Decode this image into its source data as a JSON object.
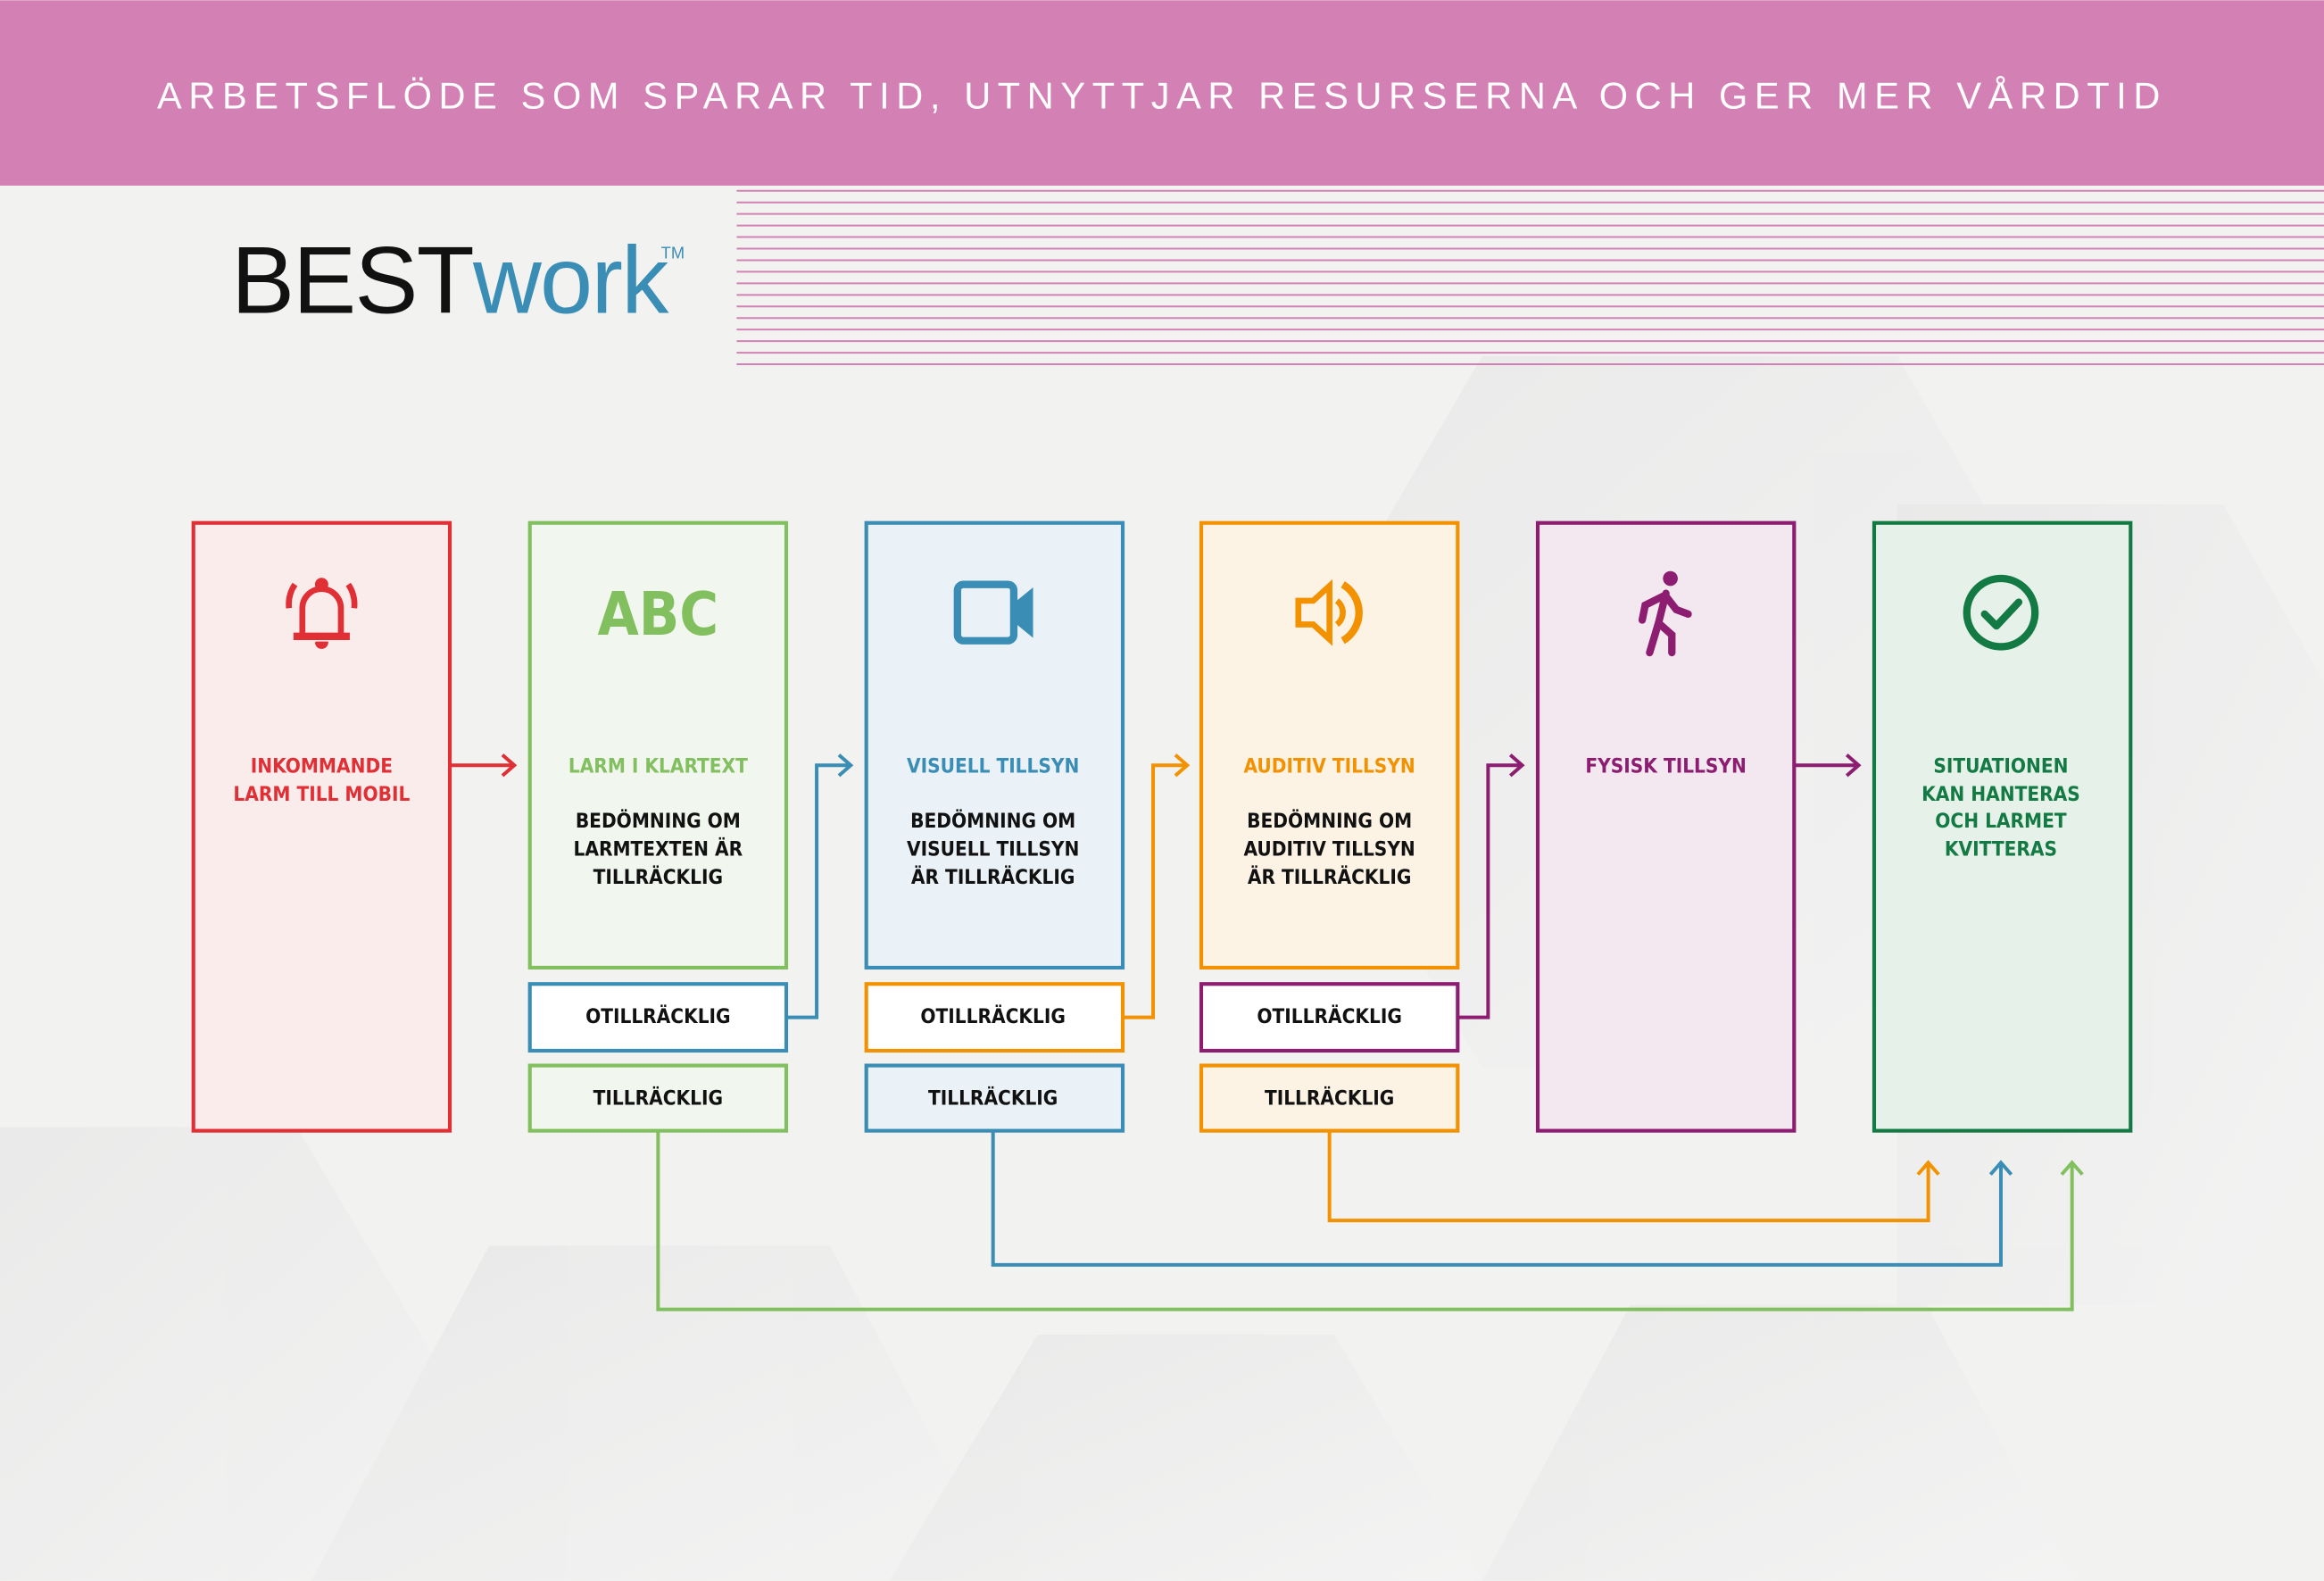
{
  "header": {
    "title": "ARBETSFLÖDE SOM SPARAR TID, UTNYTTJAR RESURSERNA OCH GER MER VÅRDTID"
  },
  "logo": {
    "best": "BEST",
    "work": "work",
    "tm": "TM"
  },
  "colors": {
    "red": "#e03036",
    "green": "#82bf5f",
    "blue": "#3a8db5",
    "orange": "#f39200",
    "purple": "#8c1d70",
    "darkgreen": "#147a43",
    "header": "#d381b5"
  },
  "steps": [
    {
      "icon": "bell-alarm-icon",
      "title": [
        "INKOMMANDE",
        "LARM TILL MOBIL"
      ]
    },
    {
      "icon": "abc-text-icon",
      "icon_text": "ABC",
      "title": [
        "LARM I KLARTEXT"
      ],
      "desc": [
        "BEDÖMNING OM",
        "LARMTEXTEN ÄR",
        "TILLRÄCKLIG"
      ],
      "insufficient": "OTILLRÄCKLIG",
      "sufficient": "TILLRÄCKLIG"
    },
    {
      "icon": "video-camera-icon",
      "title": [
        "VISUELL TILLSYN"
      ],
      "desc": [
        "BEDÖMNING OM",
        "VISUELL TILLSYN",
        "ÄR TILLRÄCKLIG"
      ],
      "insufficient": "OTILLRÄCKLIG",
      "sufficient": "TILLRÄCKLIG"
    },
    {
      "icon": "speaker-icon",
      "title": [
        "AUDITIV TILLSYN"
      ],
      "desc": [
        "BEDÖMNING OM",
        "AUDITIV TILLSYN",
        "ÄR TILLRÄCKLIG"
      ],
      "insufficient": "OTILLRÄCKLIG",
      "sufficient": "TILLRÄCKLIG"
    },
    {
      "icon": "walking-person-icon",
      "title": [
        "FYSISK TILLSYN"
      ]
    },
    {
      "icon": "check-circle-icon",
      "title": [
        "SITUATIONEN",
        "KAN HANTERAS",
        "OCH LARMET",
        "KVITTERAS"
      ]
    }
  ]
}
